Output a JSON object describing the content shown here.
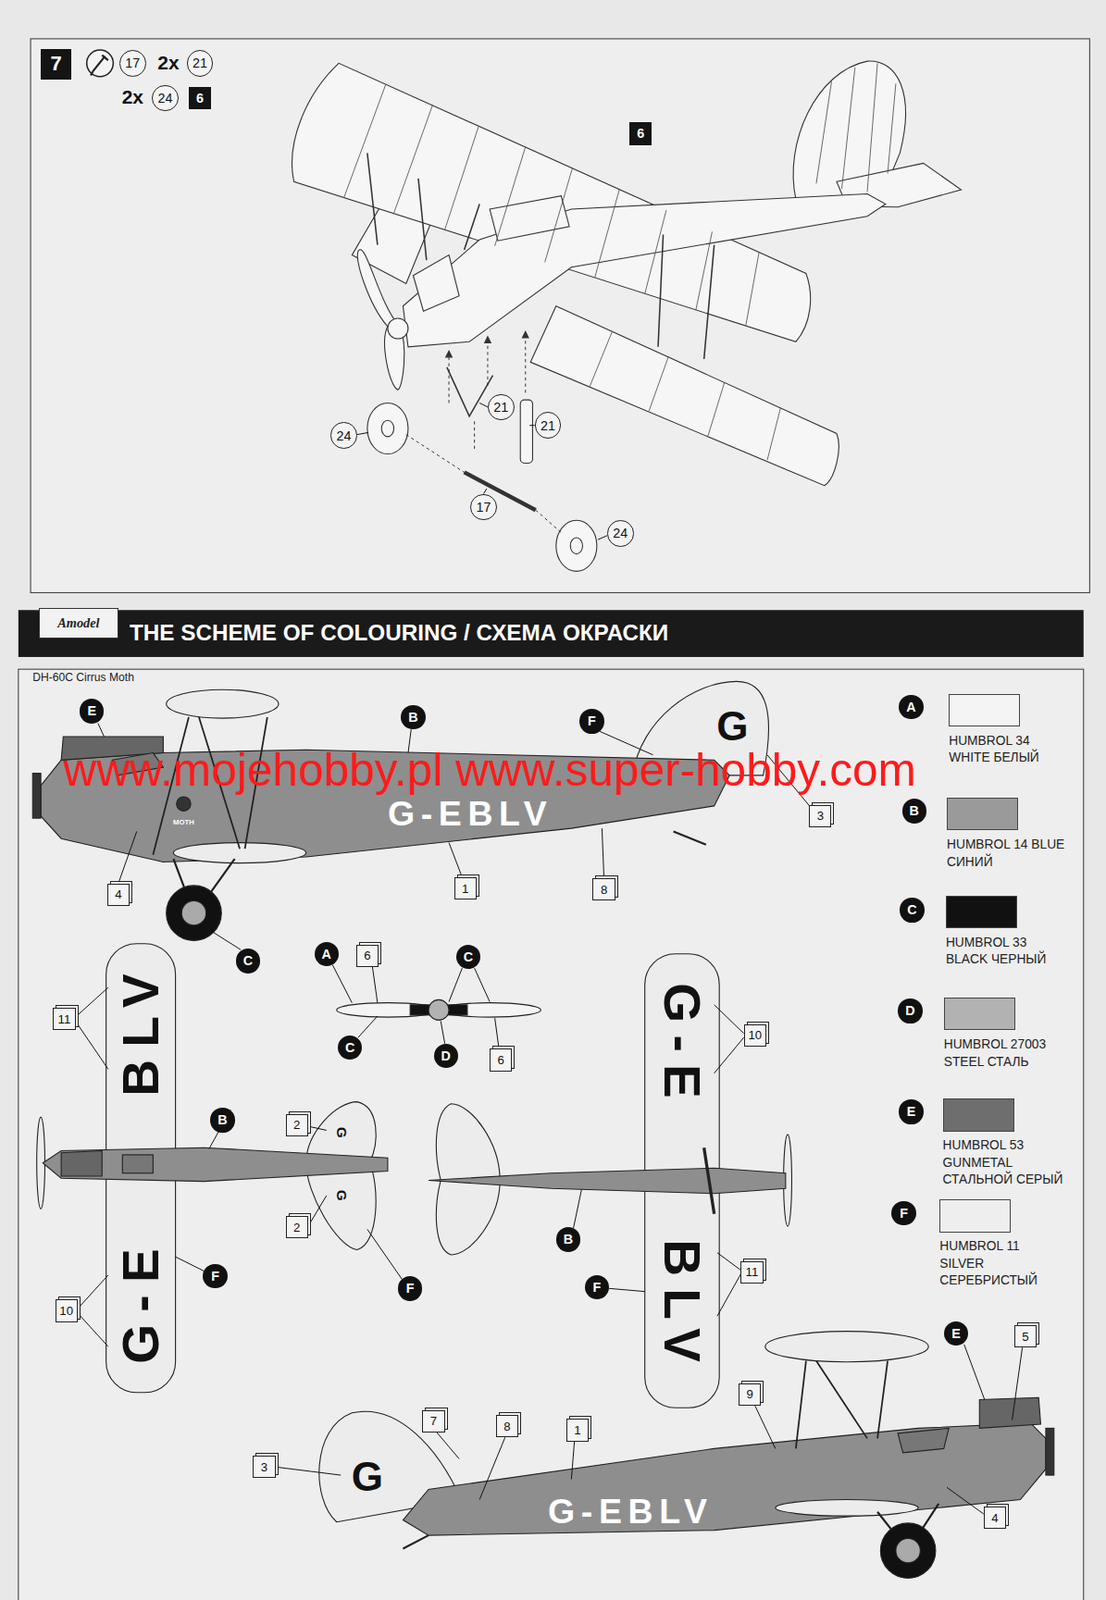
{
  "diagram": {
    "title": "THE SCHEME OF COLOURING / СХЕМА ОКРАСКИ",
    "nodes": [
      {
        "text": [
          "7"
        ]
      },
      {
        "text": [
          "6"
        ]
      },
      {
        "text": [
          "6"
        ]
      },
      {
        "text": [
          "Amodel"
        ]
      }
    ],
    "labels": [
      "2x",
      "17",
      "21",
      "2x",
      "24",
      "24",
      "21",
      "21",
      "17",
      "24",
      "DH-60C Cirrus Moth",
      "www.mojehobby.pl www.super-hobby.com",
      "G-EBLV",
      "G",
      "E",
      "B",
      "F",
      "C",
      "4",
      "1",
      "8",
      "3",
      "A",
      "6",
      "C",
      "C",
      "D",
      "6",
      "BLV",
      "G-E",
      "11",
      "B",
      "2",
      "G",
      "G",
      "2",
      "F",
      "F",
      "10",
      "G-E",
      "BLV",
      "10",
      "B",
      "F",
      "11",
      "G",
      "G-EBLV",
      "E",
      "5",
      "9",
      "7",
      "8",
      "1",
      "3",
      "4",
      "A",
      "B",
      "C",
      "D",
      "E",
      "F",
      "MOTH"
    ],
    "legend": [
      {
        "text": "HUMBROL 34 WHITE БЕЛЫЙ",
        "color": "#f4f4f4"
      },
      {
        "text": "HUMBROL 14 BLUE СИНИЙ",
        "color": "#9a9a9a"
      },
      {
        "text": "HUMBROL 33 BLACK ЧЕРНЫЙ",
        "color": "#111111"
      },
      {
        "text": "HUMBROL 27003 STEEL СТАЛЬ",
        "color": "#b2b2b2"
      },
      {
        "text": "HUMBROL 53 GUNMETAL СТАЛЬНОЙ СЕРЫЙ",
        "color": "#6e6e6e"
      },
      {
        "text": "HUMBROL 11 SILVER СЕРЕБРИСТЫЙ",
        "color": "#eeeeee"
      }
    ]
  }
}
